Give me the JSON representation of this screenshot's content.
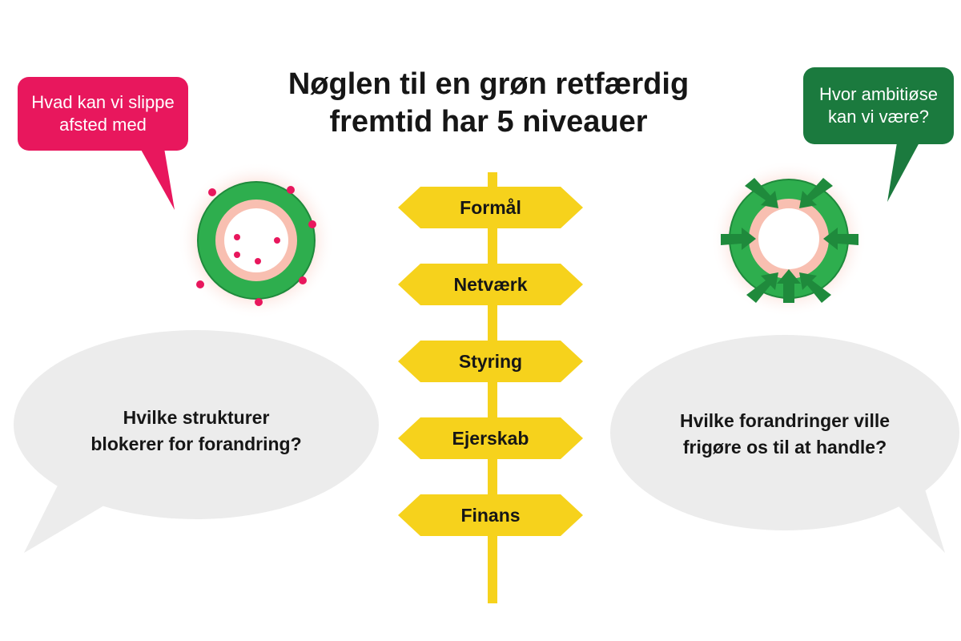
{
  "title": {
    "line1": "Nøglen til en grøn retfærdig",
    "line2": "fremtid har 5 niveauer"
  },
  "left_bubble": {
    "line1": "Hvad kan vi slippe",
    "line2": "afsted med",
    "color": "#e8175d"
  },
  "right_bubble": {
    "line1": "Hvor ambitiøse",
    "line2": "kan vi være?",
    "color": "#1b7a3e"
  },
  "left_cloud": {
    "line1": "Hvilke strukturer",
    "line2": "blokerer for forandring?"
  },
  "right_cloud": {
    "line1": "Hvilke forandringer ville",
    "line2": "frigøre os til at handle?"
  },
  "signpost": {
    "color": "#f6d21c",
    "levels": [
      "Formål",
      "Netværk",
      "Styring",
      "Ejerskab",
      "Finans"
    ]
  },
  "colors": {
    "ring_green": "#2eae4e",
    "ring_dark": "#1f8a3c",
    "glow": "#f9c9bd",
    "dots": "#e8175d",
    "cloud_fill": "#ececec"
  }
}
